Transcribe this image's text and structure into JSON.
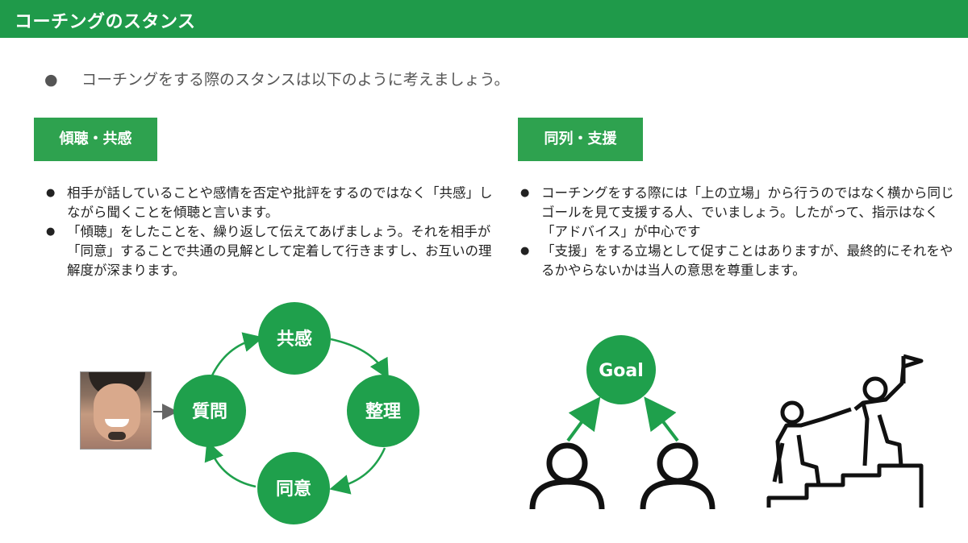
{
  "header": {
    "title": "コーチングのスタンス"
  },
  "intro": {
    "bullet": "●",
    "text": "コーチングをする際のスタンスは以下のように考えましょう。"
  },
  "left": {
    "tag": "傾聴・共感",
    "bullets": [
      "相手が話していることや感情を否定や批評をするのではなく「共感」しながら聞くことを傾聴と言います。",
      "「傾聴」をしたことを、繰り返して伝えてあげましょう。それを相手が「同意」することで共通の見解として定着して行きますし、お互いの理解度が深まります。"
    ],
    "cycle": {
      "top": "共感",
      "right": "整理",
      "bottom": "同意",
      "left": "質問"
    }
  },
  "right": {
    "tag": "同列・支援",
    "bullets": [
      "コーチングをする際には「上の立場」から行うのではなく横から同じゴールを見て支援する人、でいましょう。したがって、指示はなく「アドバイス」が中心です",
      "「支援」をする立場として促すことはありますが、最終的にそれをやるかやらないかは当人の意思を尊重します。"
    ],
    "goal": "Goal"
  },
  "colors": {
    "green": "#1f9a4a",
    "green_light": "#2ea24f",
    "circle": "#1fa04c"
  },
  "icons": [
    "person-photo",
    "arrow-icon",
    "person-icon",
    "stairs-climbers-icon",
    "flag-icon"
  ]
}
